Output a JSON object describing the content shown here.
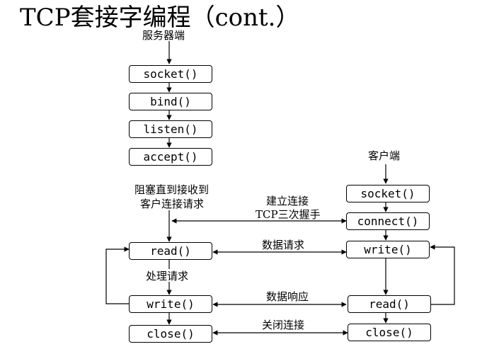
{
  "title": "TCP套接字编程（cont.）",
  "server": {
    "label": "服务器端",
    "socket": "socket()",
    "bind": "bind()",
    "listen": "listen()",
    "accept": "accept()",
    "block_line1": "阻塞直到接收到",
    "block_line2": "客户连接请求",
    "read": "read()",
    "process": "处理请求",
    "write": "write()",
    "close": "close()"
  },
  "client": {
    "label": "客户端",
    "socket": "socket()",
    "connect": "connect()",
    "write": "write()",
    "read": "read()",
    "close": "close()"
  },
  "messages": {
    "connect_line1": "建立连接",
    "connect_line2": "TCP三次握手",
    "request": "数据请求",
    "response": "数据响应",
    "close": "关闭连接"
  }
}
